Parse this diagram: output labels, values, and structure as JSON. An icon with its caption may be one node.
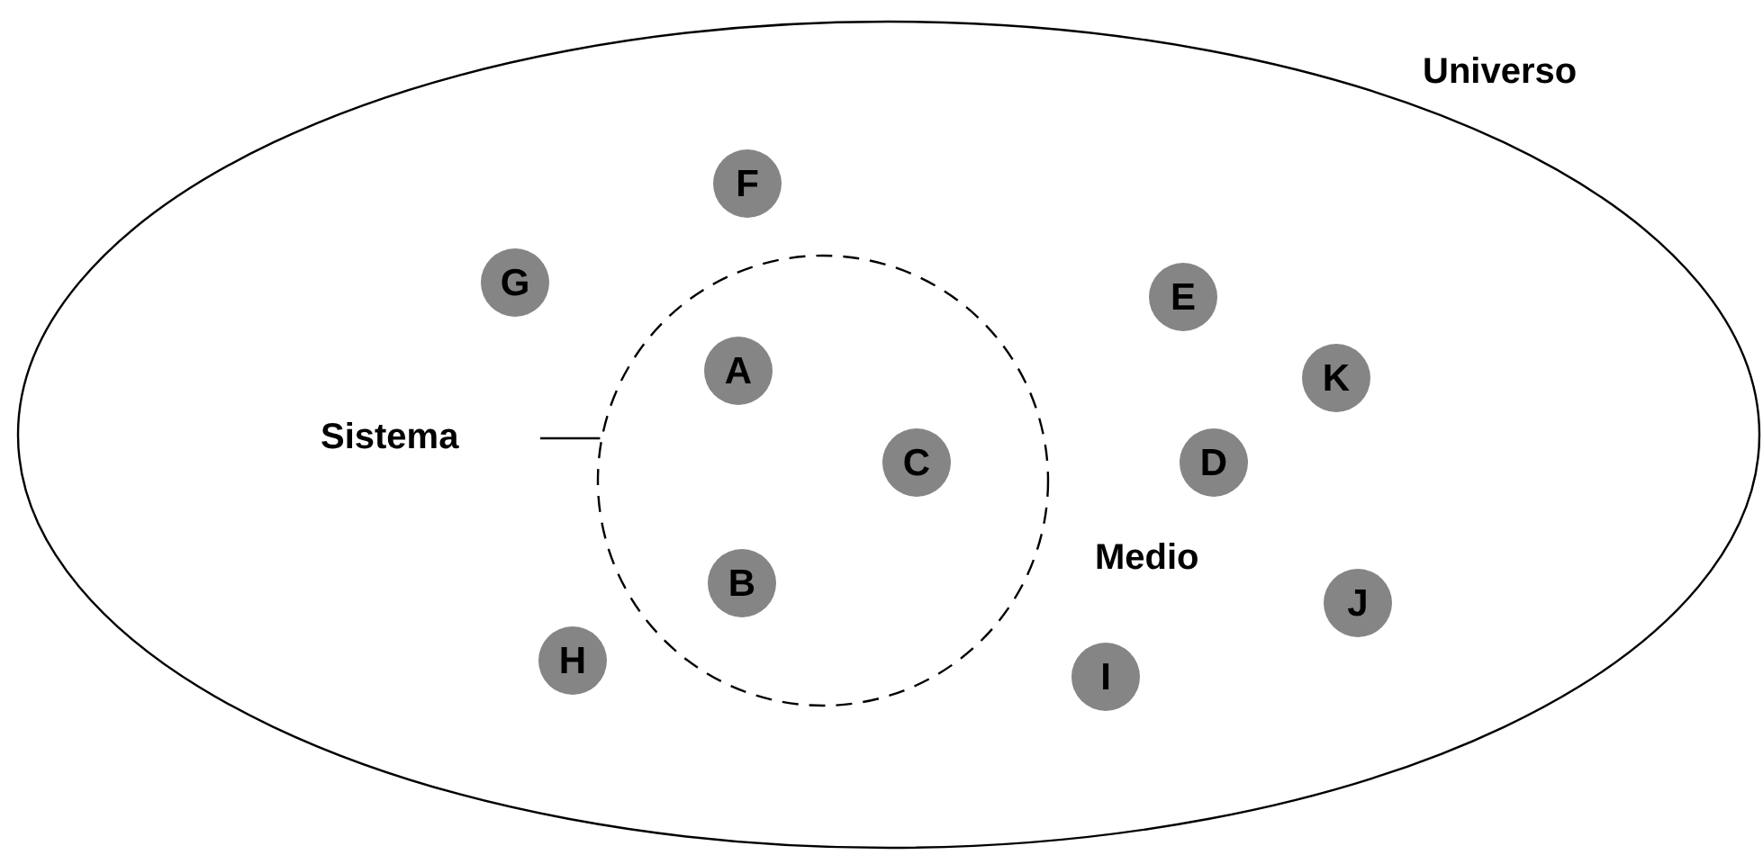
{
  "diagram": {
    "nodes": [
      {
        "text": [
          "Universo"
        ]
      },
      {
        "text": [
          "F"
        ],
        "in": 0
      },
      {
        "text": [
          "G"
        ],
        "in": 0
      },
      {
        "text": [
          "E"
        ],
        "in": 0
      },
      {
        "text": [],
        "shape": "circle",
        "in": 0
      },
      {
        "text": [
          "A"
        ],
        "in": 4
      },
      {
        "text": [
          "K"
        ],
        "in": 0
      },
      {
        "text": [
          "Sistema"
        ],
        "in": 0
      },
      {
        "text": [
          "C"
        ],
        "in": 4
      },
      {
        "text": [
          "D"
        ],
        "in": 0
      },
      {
        "text": [
          "B"
        ],
        "in": 4
      },
      {
        "text": [
          "J"
        ],
        "in": 0
      },
      {
        "text": [
          "H"
        ],
        "in": 0
      },
      {
        "text": [
          "I"
        ],
        "in": 0
      }
    ],
    "edges": [
      {
        "from": 7,
        "to": 4,
        "arrow": "none"
      }
    ],
    "labels": [
      "Medio"
    ]
  }
}
